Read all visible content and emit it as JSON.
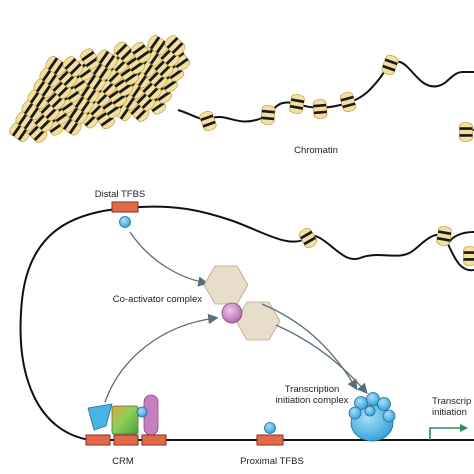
{
  "labels": {
    "chromatin": "Chromatin",
    "distal_tfbs": "Distal TFBS",
    "coactivator_complex": "Co-activator complex",
    "transcription_initiation_complex_line1": "Transcription",
    "transcription_initiation_complex_line2": "initiation complex",
    "crm": "CRM",
    "proximal_tfbs": "Proximal TFBS",
    "transcription_initiation_line1": "Transcrip",
    "transcription_initiation_line2": "initiation"
  },
  "colors": {
    "dna_line": "#111111",
    "nucleosome_fill": "#f3dfa0",
    "nucleosome_shade": "#c9a94e",
    "nucleosome_band": "#1a1a1a",
    "tfbs_box": "#e0694a",
    "tf_blue": "#4ab3e6",
    "coactivator_hexagon": "#e8dccb",
    "coactivator_ball": "#c77fc0",
    "arrow": "#5a6e7a",
    "green_factor": "#7cc46a",
    "tss_arrow": "#2e8b57"
  },
  "icons": [
    "nucleosome-icon",
    "hexagon-icon",
    "transcription-factor-icon",
    "tss-arrow-icon"
  ]
}
